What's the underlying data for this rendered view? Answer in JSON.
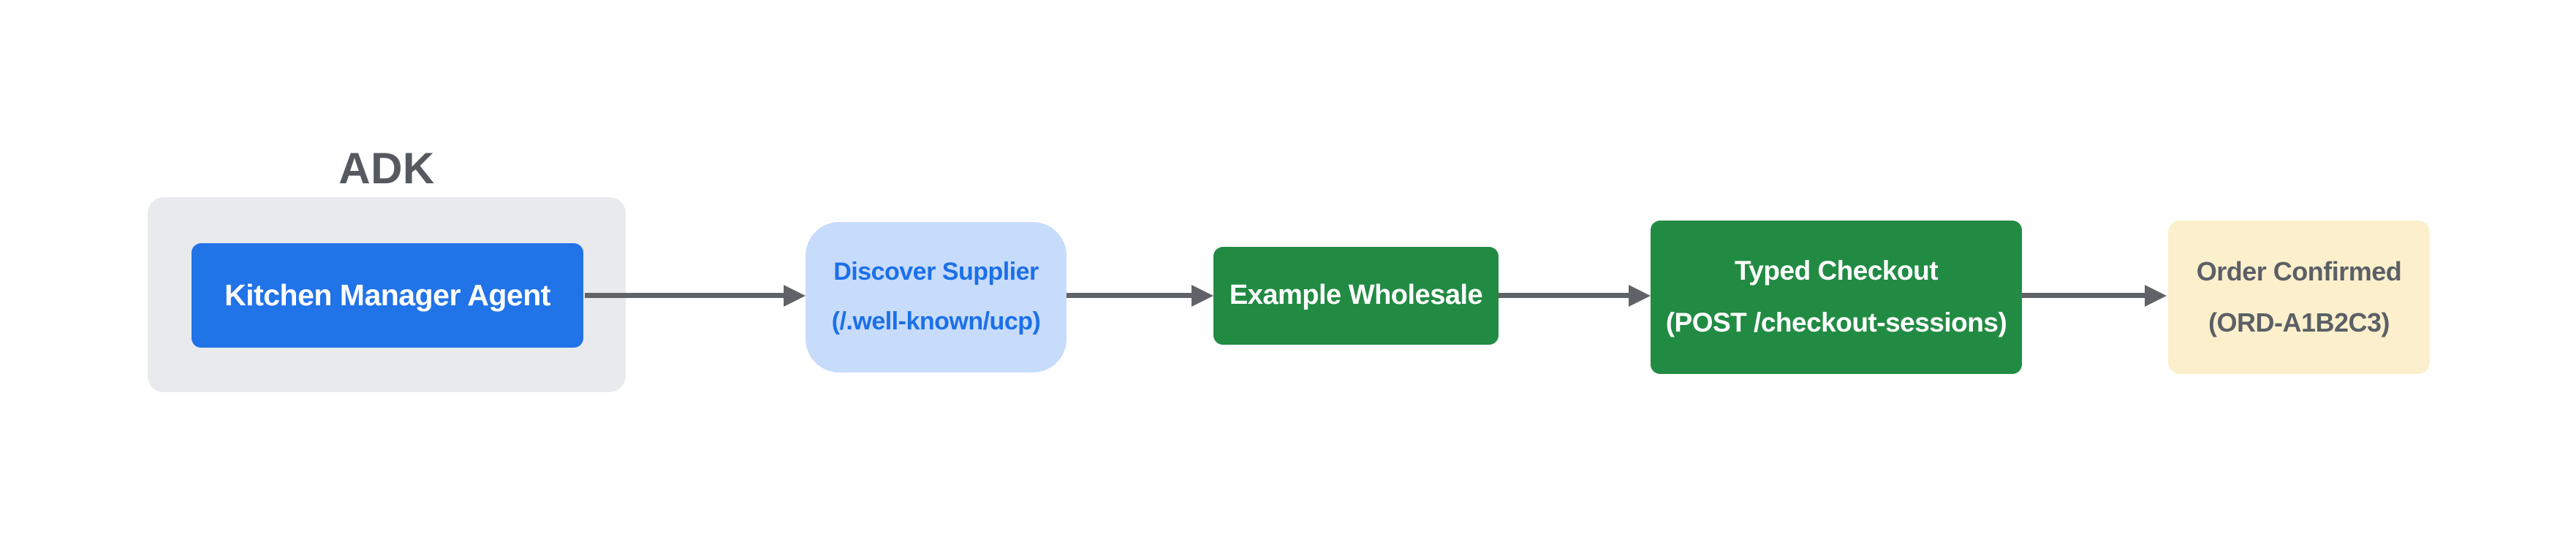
{
  "diagram": {
    "background_color": "#ffffff",
    "arrow_color": "#5f6368",
    "adk_group": {
      "label": "ADK",
      "label_color": "#565a60",
      "container_color": "#e8eaed",
      "agent_node": {
        "label": "Kitchen Manager Agent",
        "bg": "#2173e8",
        "text_color": "#ffffff"
      }
    },
    "nodes": [
      {
        "id": "discover-supplier",
        "line1": "Discover Supplier",
        "line2": "(/.well-known/ucp)",
        "bg": "#c7dbfb",
        "text_color": "#1b70e8"
      },
      {
        "id": "example-wholesale",
        "line1": "Example Wholesale",
        "line2": "",
        "bg": "#218b43",
        "text_color": "#ffffff"
      },
      {
        "id": "typed-checkout",
        "line1": "Typed Checkout",
        "line2": "(POST /checkout-sessions)",
        "bg": "#218b43",
        "text_color": "#ffffff"
      },
      {
        "id": "order-confirmed",
        "line1": "Order Confirmed",
        "line2": "(ORD-A1B2C3)",
        "bg": "#fcf0cc",
        "text_color": "#5b6066"
      }
    ],
    "edges": [
      {
        "from": "kitchen-manager-agent",
        "to": "discover-supplier"
      },
      {
        "from": "discover-supplier",
        "to": "example-wholesale"
      },
      {
        "from": "example-wholesale",
        "to": "typed-checkout"
      },
      {
        "from": "typed-checkout",
        "to": "order-confirmed"
      }
    ]
  }
}
